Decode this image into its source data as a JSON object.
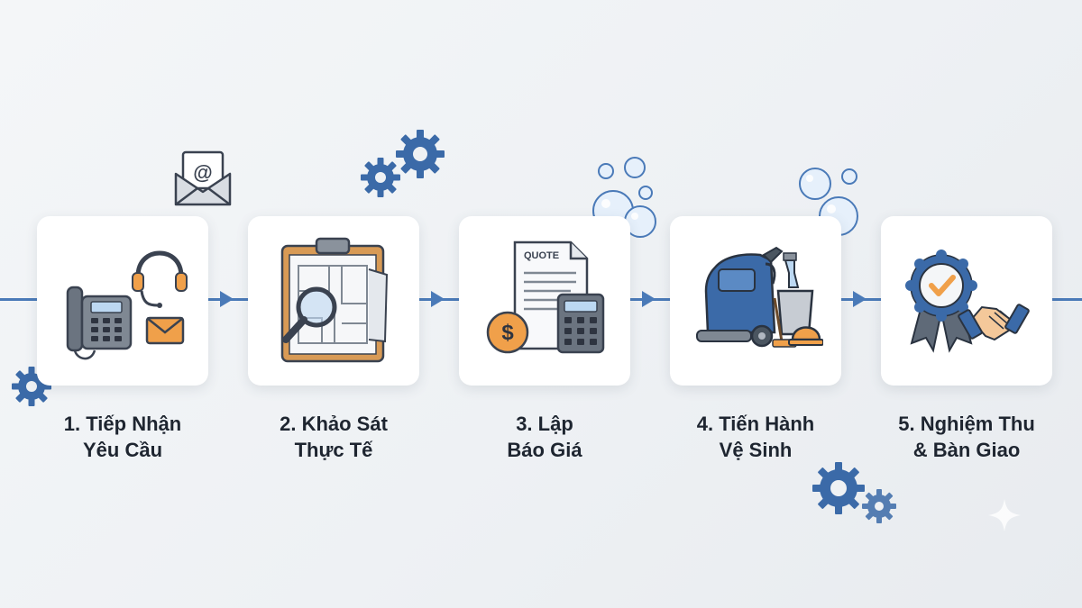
{
  "steps": [
    {
      "number": "1.",
      "line1": "Tiếp Nhận",
      "line2": "Yêu Cầu",
      "icon": "phone-headset-email-icon"
    },
    {
      "number": "2.",
      "line1": "Khảo Sát",
      "line2": "Thực Tế",
      "icon": "clipboard-blueprint-magnifier-icon"
    },
    {
      "number": "3.",
      "line1": "Lập",
      "line2": "Báo Giá",
      "icon": "quote-calculator-dollar-icon"
    },
    {
      "number": "4.",
      "line1": "Tiến Hành",
      "line2": "Vệ Sinh",
      "icon": "floor-scrubber-cleaning-icon"
    },
    {
      "number": "5.",
      "line1": "Nghiệm Thu",
      "line2": "& Bàn Giao",
      "icon": "award-badge-handshake-icon"
    }
  ],
  "quote_doc_text": "QUOTE",
  "email_symbol": "@",
  "colors": {
    "accent_blue": "#4a7ab8",
    "gear_blue": "#3b6aa8",
    "orange": "#f0a04a",
    "dark": "#1e2530"
  }
}
